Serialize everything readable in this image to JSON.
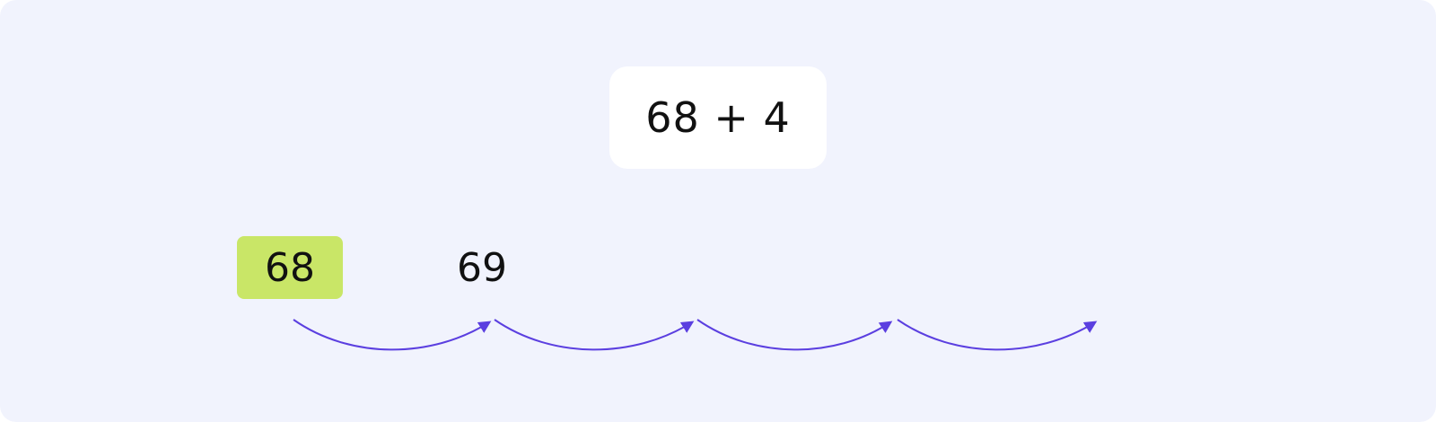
{
  "expression": "68 + 4",
  "start_number": "68",
  "next_number": "69",
  "jump_count": 4,
  "colors": {
    "background": "#f1f3fd",
    "card": "#ffffff",
    "highlight": "#c9e667",
    "arrow": "#5b3fe0",
    "text": "#111111"
  }
}
